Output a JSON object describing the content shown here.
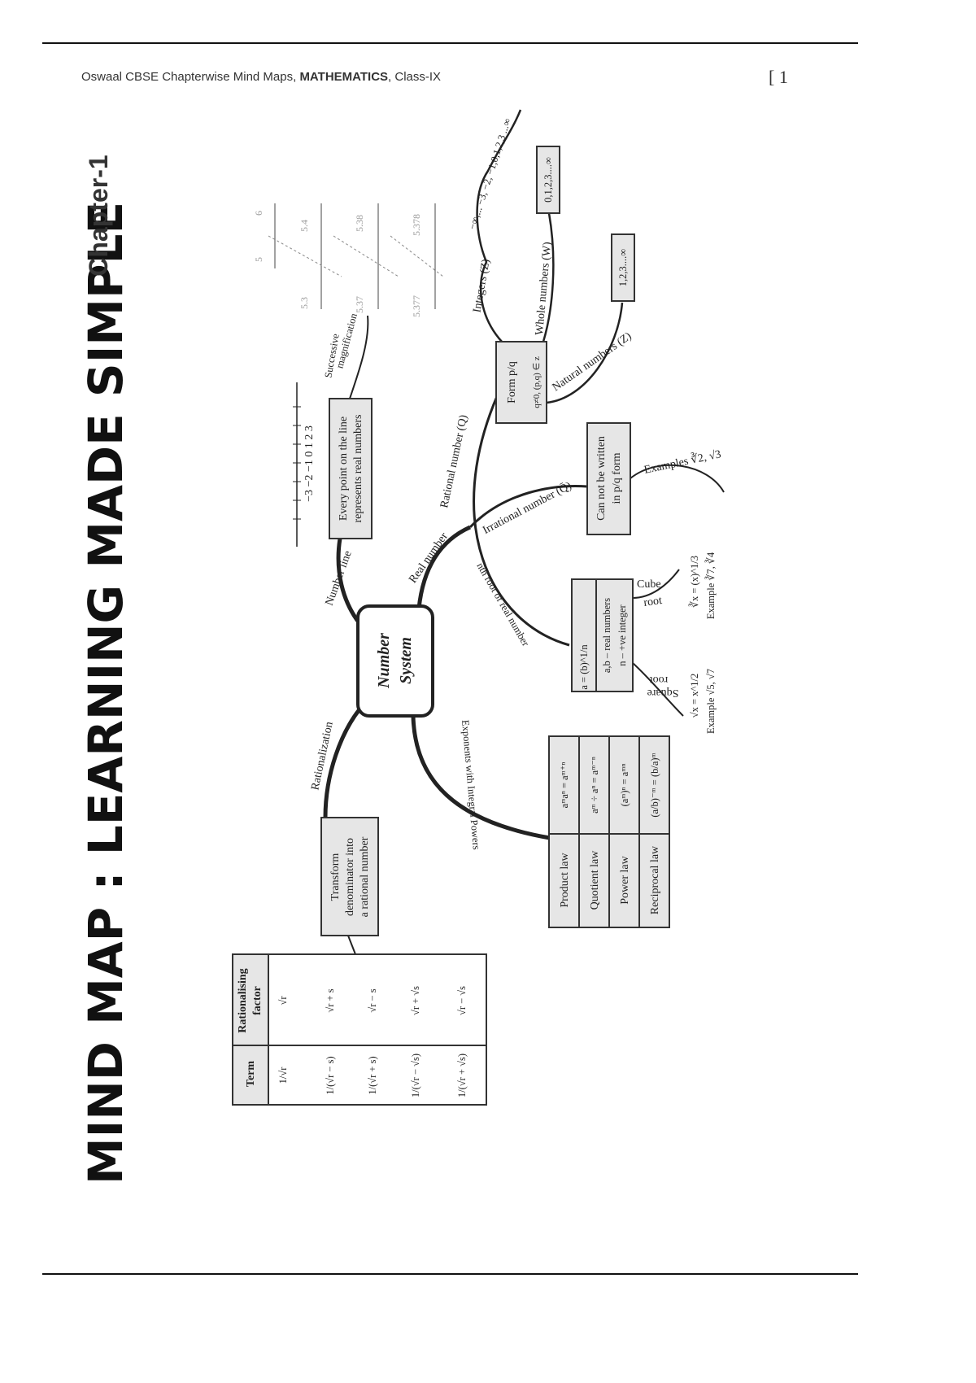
{
  "header": {
    "prefix": "Oswaal CBSE Chapterwise Mind Maps, ",
    "subject": "MATHEMATICS",
    "suffix": ", Class-IX",
    "page": "[ 1"
  },
  "title": "MIND MAP : LEARNING MADE SIMPLE",
  "chapter": "Chapter-1",
  "center": {
    "line1": "Number",
    "line2": "System"
  },
  "number_line": {
    "label": "Number line",
    "box_line1": "Every point on the line",
    "box_line2": "represents real numbers",
    "ticks": "−3 −2 −1  0  1  2  3"
  },
  "magnification": {
    "label_line1": "Successive",
    "label_line2": "magnification",
    "scales": [
      [
        "5",
        "6"
      ],
      [
        "5.3",
        "5.4"
      ],
      [
        "5.37",
        "5.38"
      ],
      [
        "5.377",
        "5.378"
      ]
    ]
  },
  "real": {
    "label": "Real number"
  },
  "rational": {
    "label": "Rational number (Q)",
    "form": "Form p/q",
    "condition": "q≠0, (p,q) ∈ z"
  },
  "integers": {
    "label": "Integers (Z)",
    "values": "−∞,... −3, −2, −1,0,1,2,3 ...∞"
  },
  "whole": {
    "label": "Whole numbers (W)",
    "values": "0,1,2,3....∞"
  },
  "natural": {
    "label": "Natural numbers (Z)",
    "values": "1,2,3....∞"
  },
  "irrational": {
    "label": "Irrational number (Q̄)",
    "line1": "Can not be written",
    "line2": "in p/q form",
    "examples": "Examples ∛2, √3"
  },
  "nth_root": {
    "label": "nth root of real number",
    "formula": "a = (b)^1/n",
    "line1": "a,b – real numbers",
    "line2": "n – +ve integer"
  },
  "cube_root": {
    "label1": "Cube",
    "label2": "root",
    "formula": "∛x = (x)^1/3",
    "example": "Example ∛7, ∛4"
  },
  "square_root": {
    "label1": "Square",
    "label2": "root",
    "formula": "√x = x^1/2",
    "example": "Example √5, √7"
  },
  "exponents": {
    "label": "Exponents with Integral Powers",
    "laws": [
      {
        "name": "Product law",
        "formula": "aᵐaⁿ = aᵐ⁺ⁿ"
      },
      {
        "name": "Quotient law",
        "formula": "aᵐ ÷ aⁿ = aᵐ⁻ⁿ"
      },
      {
        "name": "Power law",
        "formula": "(aᵐ)ⁿ = aᵐⁿ"
      },
      {
        "name": "Reciprocal law",
        "formula": "(a/b)⁻ᵐ = (b/a)ᵐ"
      }
    ]
  },
  "rationalization": {
    "label": "Rationalization",
    "line1": "Transform",
    "line2": "denominator into",
    "line3": "a rational number",
    "headers": [
      "Term",
      "Rationalising",
      "factor"
    ],
    "rows": [
      {
        "term": "1/√r",
        "factor": "√r"
      },
      {
        "term": "1/(√r − s)",
        "factor": "√r + s"
      },
      {
        "term": "1/(√r + s)",
        "factor": "√r − s"
      },
      {
        "term": "1/(√r − √s)",
        "factor": "√r + √s"
      },
      {
        "term": "1/(√r + √s)",
        "factor": "√r − √s"
      }
    ]
  }
}
